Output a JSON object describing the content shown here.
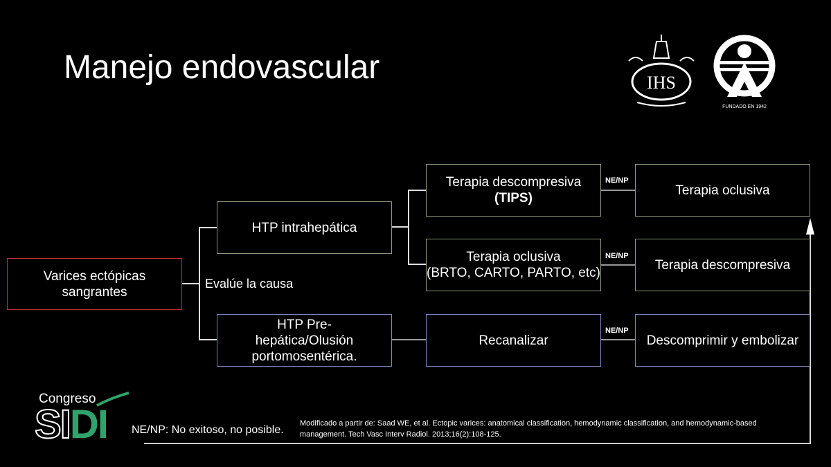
{
  "title": "Manejo endovascular",
  "logos": {
    "left": "IHS",
    "right": "FUNDADO EN 1942",
    "congress_top": "Congreso",
    "congress_main": "SIDI"
  },
  "boxes": {
    "root": "Varices ectópicas sangrantes",
    "intra": "HTP intrahepática",
    "pre": "HTP Pre-hepática/Olusión portomosentérica.",
    "tips_1": "Terapia descompresiva",
    "tips_2": "(TIPS)",
    "ocl_1": "Terapia oclusiva",
    "ocl_2": "(BRTO, CARTO, PARTO, etc)",
    "recan": "Recanalizar",
    "r1": "Terapia oclusiva",
    "r2": "Terapia descompresiva",
    "r3": "Descomprimir y embolizar"
  },
  "evalue": "Evalúe la causa",
  "nenp": "NE/NP",
  "legend": "NE/NP: No exitoso, no posible.",
  "reference": "Modificado a partir de: Saad WE, et al. Ectopic varices: anatomical classification, hemodynamic classification, and hemodynamic-based management. Tech Vasc Interv Radiol. 2013;16(2):108-125."
}
